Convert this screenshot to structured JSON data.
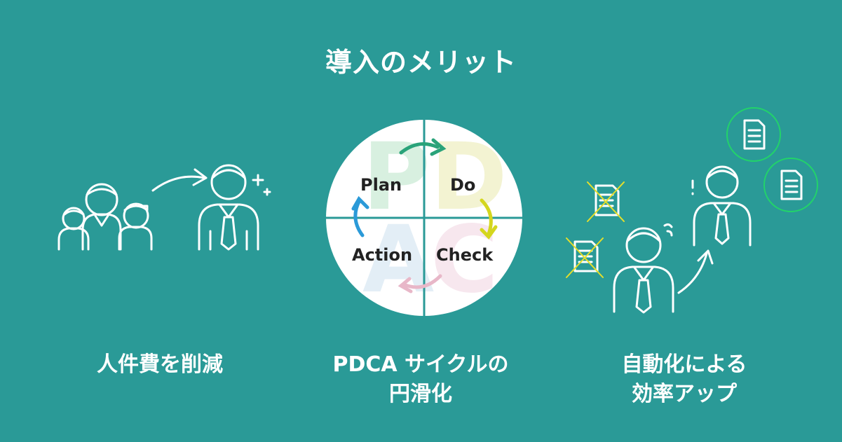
{
  "title": "導入のメリット",
  "benefits": [
    {
      "caption_lines": [
        "人件費を削減"
      ]
    },
    {
      "caption_lines": [
        "PDCA サイクルの",
        "円滑化"
      ]
    },
    {
      "caption_lines": [
        "自動化による",
        "効率アップ"
      ]
    }
  ],
  "pdca": {
    "labels": [
      "Plan",
      "Do",
      "Check",
      "Action"
    ],
    "letters": [
      "P",
      "D",
      "C",
      "A"
    ],
    "colors": {
      "plan_arrow": "#2aa37a",
      "do_arrow": "#d4d61e",
      "check_arrow": "#e8b7c8",
      "action_arrow": "#2b9ad8",
      "letter_p": "#d8f0e0",
      "letter_d": "#f3f3d2",
      "letter_c": "#f7e7ee",
      "letter_a": "#e3eef6"
    }
  },
  "colors": {
    "background": "#2a9a97",
    "foreground": "#ffffff",
    "doc_circle": "#22d36a",
    "cross": "#e6df2a"
  },
  "icons": [
    "family-icon",
    "arrow-icon",
    "businessman-icon",
    "sparkle-icon",
    "document-icon",
    "crossed-document-icon"
  ]
}
